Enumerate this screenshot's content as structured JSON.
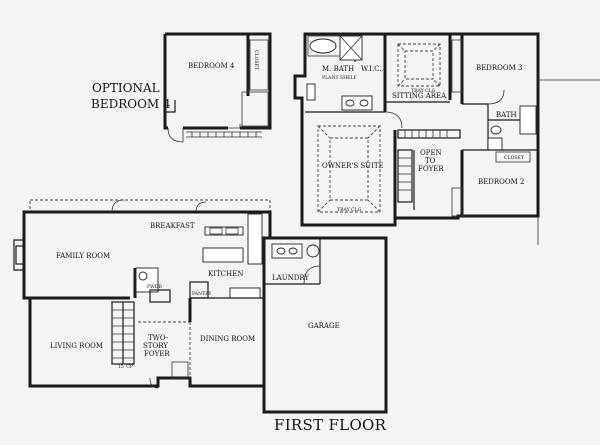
{
  "optional": {
    "line1": "OPTIONAL",
    "line2": "BEDROOM 4"
  },
  "second_floor": {
    "bedroom4": "BEDROOM 4",
    "m_bath": "M. BATH",
    "plant_shelf": "PLANT SHELF",
    "wic": "W.I.C.",
    "sitting_area": "SITTING AREA",
    "tray_clg": "TRAY CLG",
    "owners_suite": "OWNER'S SUITE",
    "bedroom3": "BEDROOM 3",
    "bath": "BATH",
    "closet": "CLOSET",
    "open_to_foyer": [
      "OPEN",
      "TO",
      "FOYER"
    ],
    "bedroom2": "BEDROOM 2"
  },
  "first_floor": {
    "title": "FIRST FLOOR",
    "breakfast": "BREAKFAST",
    "family_room": "FAMILY ROOM",
    "kitchen": "KITCHEN",
    "laundry": "LAUNDRY",
    "pwdr": "PWDR",
    "pantry": "PANTRY",
    "living_room": "LIVING ROOM",
    "two_story_foyer": [
      "TWO-",
      "STORY",
      "FOYER"
    ],
    "dining_room": "DINING ROOM",
    "garage": "GARAGE",
    "stair_count": "15",
    "up": "UP"
  }
}
